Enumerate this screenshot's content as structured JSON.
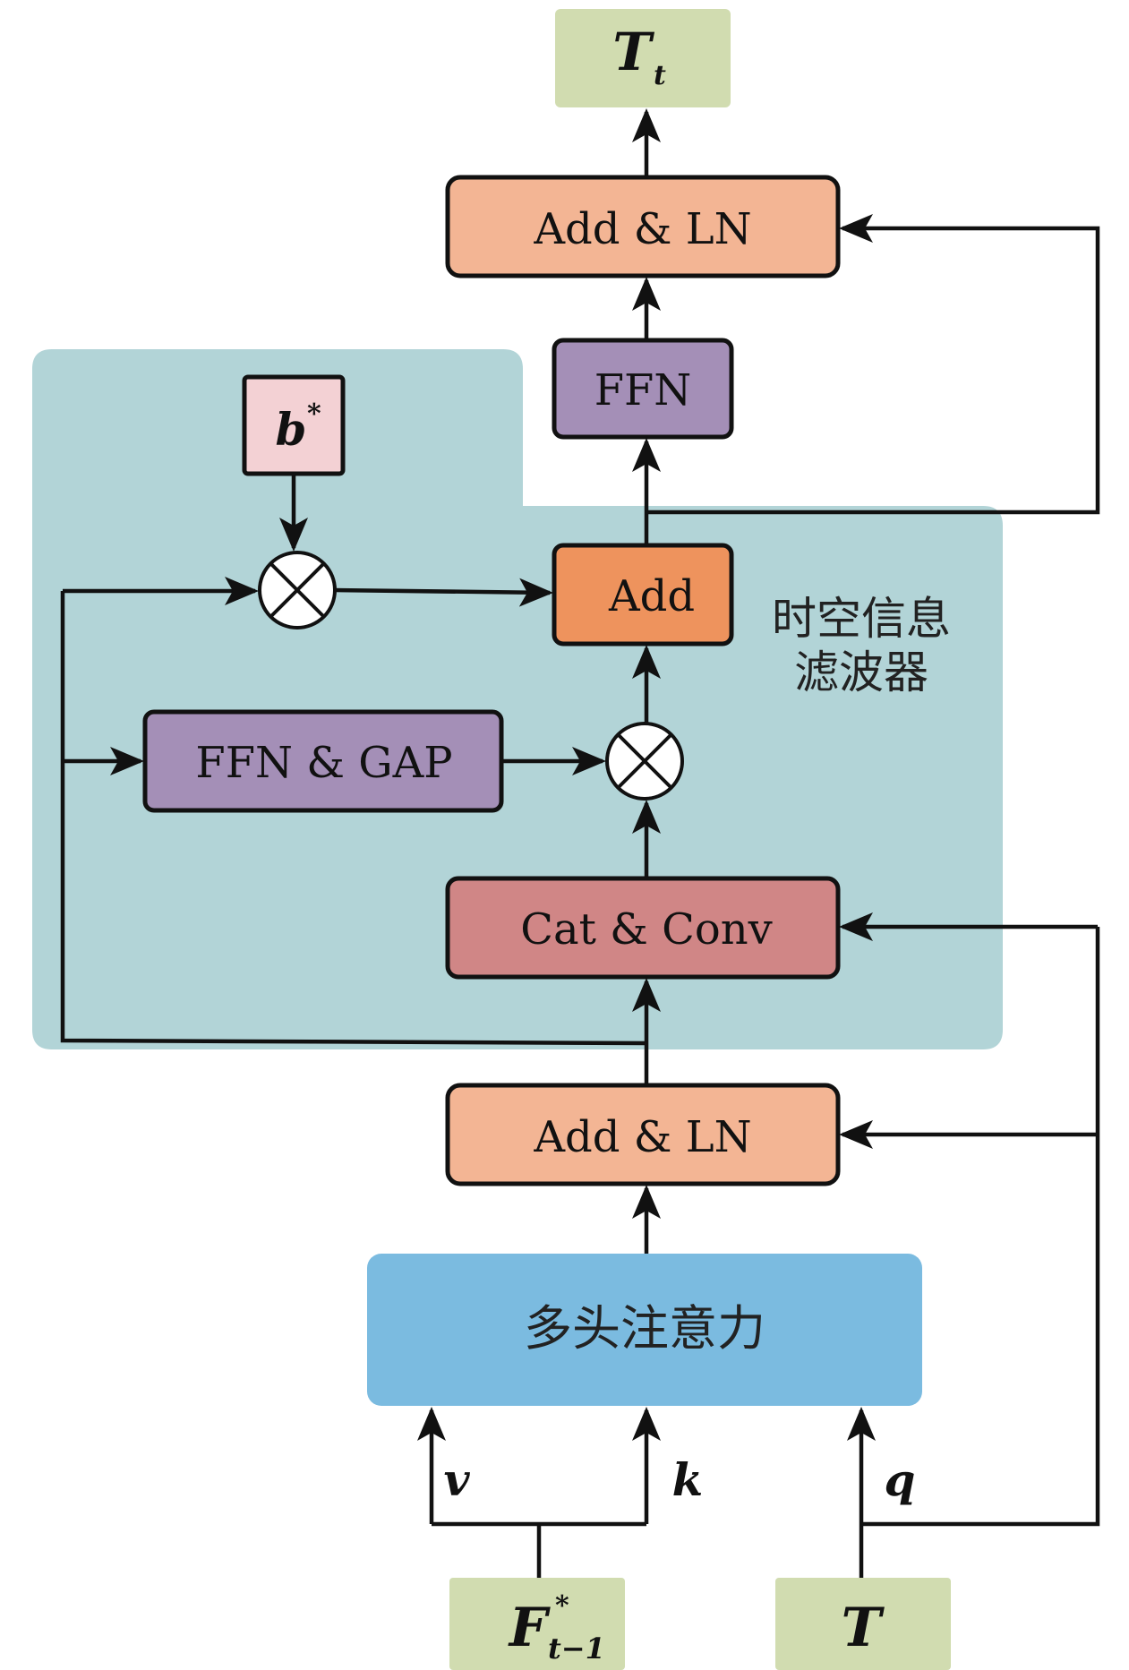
{
  "colors": {
    "filter_region": "#b2d4d7",
    "add_ln": "#f3b594",
    "ffn": "#a48fb7",
    "add": "#ee935d",
    "cat_conv": "#d08686",
    "attention": "#7bbbe0",
    "io_boxes": "#d1dcb0",
    "bias_box": "#f3d1d4"
  },
  "diagram": {
    "output_symbol": "T",
    "output_subscript": "t",
    "add_ln_top_label": "Add & LN",
    "ffn_label": "FFN",
    "bias_symbol": "b",
    "bias_superscript": "*",
    "add_label": "Add",
    "filter_title_line1": "时空信息",
    "filter_title_line2": "滤波器",
    "ffn_gap_label": "FFN & GAP",
    "cat_conv_label": "Cat & Conv",
    "add_ln_bottom_label": "Add & LN",
    "attention_label": "多头注意力",
    "v_label": "v",
    "k_label": "k",
    "q_label": "q",
    "feature_symbol": "F",
    "feature_superscript": "*",
    "feature_subscript": "t−1",
    "input_symbol": "T"
  }
}
